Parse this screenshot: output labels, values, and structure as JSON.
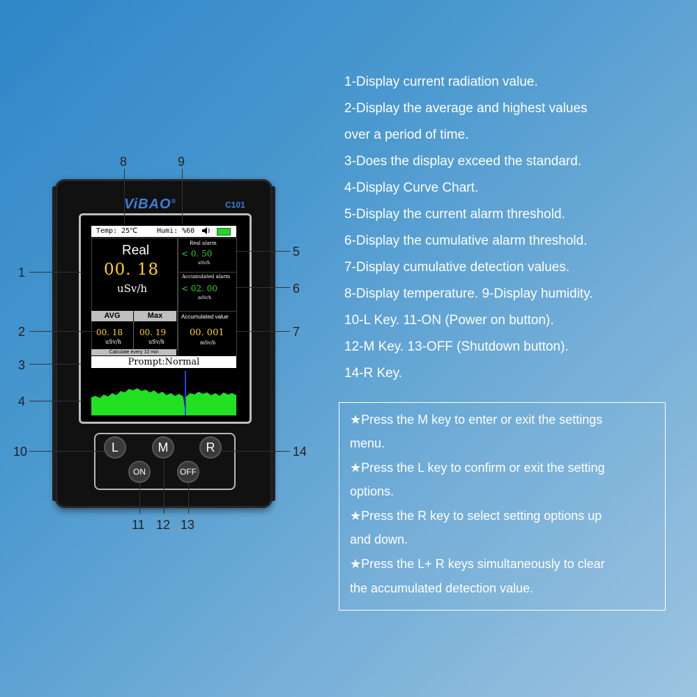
{
  "device": {
    "brand": "ViBAO",
    "brand_mark": "®",
    "model": "C101",
    "status": {
      "temp": "Temp: 25℃",
      "humi": "Humi: %60",
      "speaker_icon": "speaker-icon",
      "battery_icon": "battery-icon"
    },
    "real": {
      "title": "Real",
      "value": "00. 18",
      "unit": "uSv/h"
    },
    "real_alarm": {
      "label": "Real alarm",
      "value": "< 0. 50",
      "unit": "uSv/h"
    },
    "accumulated_alarm": {
      "label": "Accumulated alarm",
      "value": "< 02. 00",
      "unit": "mSv/h"
    },
    "avg": {
      "label": "AVG",
      "value": "00. 18",
      "unit": "uSv/h"
    },
    "max": {
      "label": "Max",
      "value": "00. 19",
      "unit": "uSv/h"
    },
    "calc_note": "Calculate every 10 min",
    "accumulated_value": {
      "label": "Accumulated value",
      "value": "00. 001",
      "unit": "mSv/h"
    },
    "prompt": "Prompt:Normal",
    "curve_color": "#22e022",
    "keys": {
      "l": "L",
      "m": "M",
      "r": "R",
      "on": "ON",
      "off": "OFF"
    }
  },
  "callouts": [
    "1",
    "2",
    "3",
    "4",
    "5",
    "6",
    "7",
    "8",
    "9",
    "10",
    "11",
    "12",
    "13",
    "14"
  ],
  "info_lines": [
    "1-Display current radiation value.",
    "2-Display the average and highest values",
    "over a period of time.",
    "3-Does the display exceed the standard.",
    "4-Display Curve Chart.",
    "5-Display the current alarm threshold.",
    "6-Display the cumulative alarm threshold.",
    "7-Display cumulative detection values.",
    "8-Display temperature.  9-Display humidity.",
    "10-L Key.  11-ON (Power on button).",
    "12-M Key.   13-OFF (Shutdown button).",
    "14-R Key."
  ],
  "notes": [
    "★Press the M key to enter or exit the settings",
    "menu.",
    "★Press the L key to confirm or exit the setting",
    " options.",
    "★Press the R key to select setting options up",
    "and down.",
    "★Press the L+ R keys simultaneously to clear",
    "the accumulated detection value."
  ]
}
